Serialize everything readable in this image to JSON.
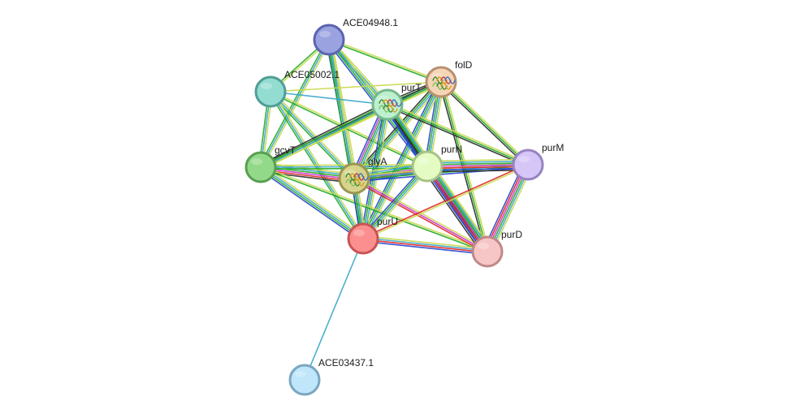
{
  "network": {
    "nodes": [
      {
        "id": "ACE04948.1",
        "label": "ACE04948.1",
        "fill": "#9aa3e0",
        "stroke": "#5b63b0",
        "has_structure": false
      },
      {
        "id": "ACE05002.1",
        "label": "ACE05002.1",
        "fill": "#93dcd2",
        "stroke": "#4f9e95",
        "has_structure": false
      },
      {
        "id": "folD",
        "label": "folD",
        "fill": "#f5d5b5",
        "stroke": "#b89070",
        "has_structure": true
      },
      {
        "id": "purT",
        "label": "purT",
        "fill": "#bdf0cf",
        "stroke": "#76b88c",
        "has_structure": true
      },
      {
        "id": "gcvT",
        "label": "gcvT",
        "fill": "#93d98a",
        "stroke": "#5a9e52",
        "has_structure": false
      },
      {
        "id": "glyA",
        "label": "glyA",
        "fill": "#d8d48c",
        "stroke": "#9a9650",
        "has_structure": true
      },
      {
        "id": "purN",
        "label": "purN",
        "fill": "#e4fcc4",
        "stroke": "#a6c286",
        "has_structure": false
      },
      {
        "id": "purM",
        "label": "purM",
        "fill": "#d6c6f8",
        "stroke": "#9684c0",
        "has_structure": false
      },
      {
        "id": "purU",
        "label": "purU",
        "fill": "#fb8f8f",
        "stroke": "#c85454",
        "has_structure": false
      },
      {
        "id": "purD",
        "label": "purD",
        "fill": "#f6c6c6",
        "stroke": "#c08888",
        "has_structure": false
      },
      {
        "id": "ACE03437.1",
        "label": "ACE03437.1",
        "fill": "#bfe6fb",
        "stroke": "#7aa6c0",
        "has_structure": false
      }
    ],
    "edge_colors": {
      "textmining": "#c8d84a",
      "coexpression": "#2a2a2a",
      "database": "#3aa6c8",
      "experiments": "#cc33cc",
      "neighborhood": "#22aa22",
      "fusion": "#dd2222",
      "cooccurrence": "#2244cc"
    },
    "edges": [
      {
        "source": "ACE04948.1",
        "target": "ACE05002.1",
        "types": [
          "textmining",
          "neighborhood"
        ]
      },
      {
        "source": "ACE04948.1",
        "target": "folD",
        "types": [
          "textmining",
          "neighborhood"
        ]
      },
      {
        "source": "ACE04948.1",
        "target": "purT",
        "types": [
          "textmining",
          "database",
          "neighborhood"
        ]
      },
      {
        "source": "ACE04948.1",
        "target": "gcvT",
        "types": [
          "textmining",
          "database",
          "neighborhood"
        ]
      },
      {
        "source": "ACE04948.1",
        "target": "glyA",
        "types": [
          "textmining",
          "database",
          "neighborhood",
          "cooccurrence"
        ]
      },
      {
        "source": "ACE04948.1",
        "target": "purN",
        "types": [
          "textmining",
          "database",
          "neighborhood",
          "cooccurrence"
        ]
      },
      {
        "source": "ACE04948.1",
        "target": "purU",
        "types": [
          "textmining",
          "database",
          "neighborhood"
        ]
      },
      {
        "source": "ACE05002.1",
        "target": "folD",
        "types": [
          "textmining"
        ]
      },
      {
        "source": "ACE05002.1",
        "target": "purT",
        "types": [
          "database"
        ]
      },
      {
        "source": "ACE05002.1",
        "target": "gcvT",
        "types": [
          "textmining",
          "database",
          "neighborhood"
        ]
      },
      {
        "source": "ACE05002.1",
        "target": "glyA",
        "types": [
          "textmining",
          "database",
          "neighborhood"
        ]
      },
      {
        "source": "ACE05002.1",
        "target": "purN",
        "types": [
          "textmining",
          "neighborhood"
        ]
      },
      {
        "source": "ACE05002.1",
        "target": "purU",
        "types": [
          "textmining",
          "database",
          "neighborhood"
        ]
      },
      {
        "source": "folD",
        "target": "purT",
        "types": [
          "textmining",
          "database",
          "neighborhood",
          "coexpression"
        ]
      },
      {
        "source": "folD",
        "target": "gcvT",
        "types": [
          "textmining",
          "neighborhood",
          "coexpression"
        ]
      },
      {
        "source": "folD",
        "target": "glyA",
        "types": [
          "textmining",
          "database",
          "neighborhood",
          "coexpression"
        ]
      },
      {
        "source": "folD",
        "target": "purN",
        "types": [
          "textmining",
          "database",
          "neighborhood",
          "cooccurrence"
        ]
      },
      {
        "source": "folD",
        "target": "purM",
        "types": [
          "textmining",
          "neighborhood",
          "coexpression"
        ]
      },
      {
        "source": "folD",
        "target": "purU",
        "types": [
          "textmining",
          "database",
          "neighborhood",
          "cooccurrence"
        ]
      },
      {
        "source": "folD",
        "target": "purD",
        "types": [
          "textmining",
          "neighborhood",
          "coexpression"
        ]
      },
      {
        "source": "purT",
        "target": "gcvT",
        "types": [
          "textmining",
          "database",
          "neighborhood",
          "coexpression"
        ]
      },
      {
        "source": "purT",
        "target": "glyA",
        "types": [
          "textmining",
          "database",
          "neighborhood",
          "experiments",
          "cooccurrence"
        ]
      },
      {
        "source": "purT",
        "target": "purN",
        "types": [
          "textmining",
          "database",
          "neighborhood",
          "coexpression",
          "cooccurrence"
        ]
      },
      {
        "source": "purT",
        "target": "purM",
        "types": [
          "textmining",
          "neighborhood",
          "coexpression"
        ]
      },
      {
        "source": "purT",
        "target": "purU",
        "types": [
          "textmining",
          "database",
          "neighborhood",
          "cooccurrence"
        ]
      },
      {
        "source": "purT",
        "target": "purD",
        "types": [
          "textmining",
          "database",
          "neighborhood",
          "coexpression",
          "cooccurrence"
        ]
      },
      {
        "source": "gcvT",
        "target": "glyA",
        "types": [
          "textmining",
          "database",
          "neighborhood",
          "experiments",
          "fusion",
          "coexpression"
        ]
      },
      {
        "source": "gcvT",
        "target": "purN",
        "types": [
          "textmining",
          "database",
          "neighborhood"
        ]
      },
      {
        "source": "gcvT",
        "target": "purU",
        "types": [
          "textmining",
          "database",
          "neighborhood",
          "cooccurrence"
        ]
      },
      {
        "source": "gcvT",
        "target": "purD",
        "types": [
          "textmining",
          "neighborhood"
        ]
      },
      {
        "source": "glyA",
        "target": "purN",
        "types": [
          "textmining",
          "database",
          "neighborhood",
          "experiments",
          "fusion",
          "cooccurrence"
        ]
      },
      {
        "source": "glyA",
        "target": "purM",
        "types": [
          "textmining",
          "database",
          "neighborhood",
          "cooccurrence"
        ]
      },
      {
        "source": "glyA",
        "target": "purU",
        "types": [
          "textmining",
          "database",
          "neighborhood",
          "cooccurrence"
        ]
      },
      {
        "source": "glyA",
        "target": "purD",
        "types": [
          "textmining",
          "experiments",
          "fusion"
        ]
      },
      {
        "source": "purN",
        "target": "purM",
        "types": [
          "textmining",
          "database",
          "neighborhood",
          "experiments",
          "fusion",
          "cooccurrence",
          "coexpression"
        ]
      },
      {
        "source": "purN",
        "target": "purU",
        "types": [
          "textmining",
          "database",
          "neighborhood",
          "cooccurrence"
        ]
      },
      {
        "source": "purN",
        "target": "purD",
        "types": [
          "textmining",
          "database",
          "neighborhood",
          "experiments",
          "fusion",
          "cooccurrence",
          "coexpression"
        ]
      },
      {
        "source": "purM",
        "target": "purU",
        "types": [
          "textmining",
          "fusion"
        ]
      },
      {
        "source": "purM",
        "target": "purD",
        "types": [
          "textmining",
          "database",
          "neighborhood",
          "experiments",
          "fusion",
          "cooccurrence"
        ]
      },
      {
        "source": "purU",
        "target": "purD",
        "types": [
          "textmining",
          "database",
          "fusion",
          "cooccurrence"
        ]
      },
      {
        "source": "purU",
        "target": "ACE03437.1",
        "types": [
          "database"
        ]
      }
    ]
  }
}
